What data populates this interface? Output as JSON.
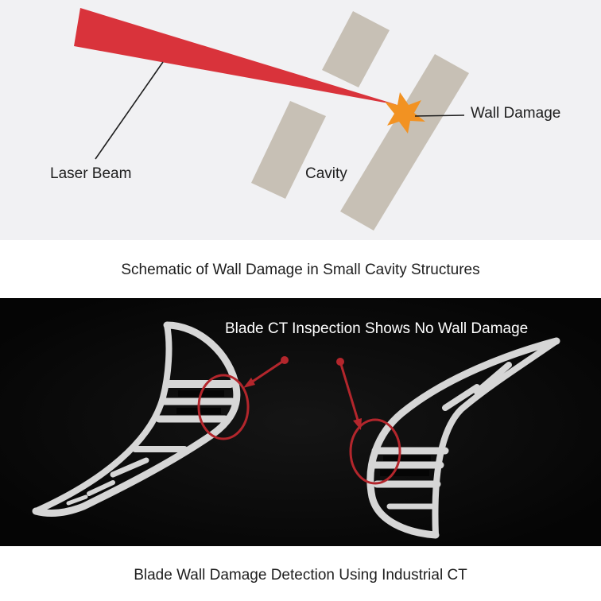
{
  "schematic": {
    "laser_label": "Laser Beam",
    "cavity_label": "Cavity",
    "wall_damage_label": "Wall Damage",
    "caption": "Schematic of Wall Damage in Small Cavity Structures",
    "colors": {
      "background": "#f1f1f3",
      "beam": "#d9333b",
      "wall": "#c7c0b5",
      "damage": "#f29222",
      "leader": "#1e1e1e"
    }
  },
  "ct_image": {
    "annotation": "Blade CT Inspection Shows No Wall Damage",
    "caption": "Blade Wall Damage Detection Using Industrial CT",
    "colors": {
      "background": "#050505",
      "blade": "#d6d6d6",
      "marker": "#b3262c"
    }
  }
}
